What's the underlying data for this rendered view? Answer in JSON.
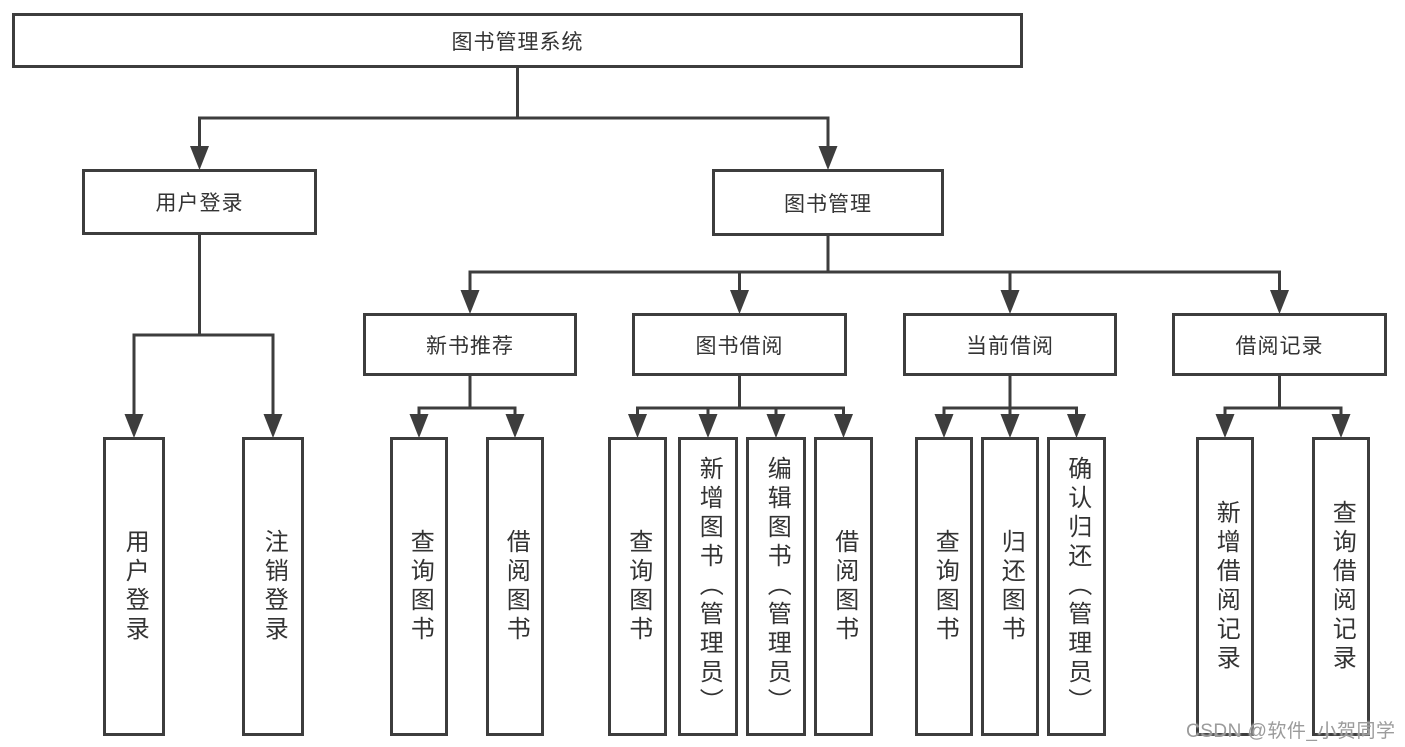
{
  "title": "图书管理系统",
  "watermark": "CSDN @软件_小贺同学",
  "colors": {
    "line": "#3d3d3d",
    "box_border": "#3d3d3d",
    "box_fill": "#ffffff",
    "text": "#333333",
    "watermark": "#9b9b9b",
    "background": "#ffffff"
  },
  "nodes": [
    {
      "id": "root",
      "label": "图书管理系统"
    },
    {
      "id": "user-login",
      "label": "用户登录"
    },
    {
      "id": "book-mgmt",
      "label": "图书管理"
    },
    {
      "id": "new-book-rec",
      "label": "新书推荐"
    },
    {
      "id": "book-borrow",
      "label": "图书借阅"
    },
    {
      "id": "current-borrow",
      "label": "当前借阅"
    },
    {
      "id": "borrow-records",
      "label": "借阅记录"
    },
    {
      "id": "v-user-login",
      "label": "用户登录"
    },
    {
      "id": "v-logout",
      "label": "注销登录"
    },
    {
      "id": "v-query-books-1",
      "label": "查询图书"
    },
    {
      "id": "v-borrow-books-1",
      "label": "借阅图书"
    },
    {
      "id": "v-query-books-2",
      "label": "查询图书"
    },
    {
      "id": "v-add-book",
      "label": "新增图书（管理员）"
    },
    {
      "id": "v-edit-book",
      "label": "编辑图书（管理员）"
    },
    {
      "id": "v-borrow-books-2",
      "label": "借阅图书"
    },
    {
      "id": "v-query-books-3",
      "label": "查询图书"
    },
    {
      "id": "v-return-book",
      "label": "归还图书"
    },
    {
      "id": "v-confirm-return",
      "label": "确认归还（管理员）"
    },
    {
      "id": "v-add-record",
      "label": "新增借阅记录"
    },
    {
      "id": "v-query-record",
      "label": "查询借阅记录"
    }
  ],
  "edges": [
    [
      "root",
      "user-login"
    ],
    [
      "root",
      "book-mgmt"
    ],
    [
      "user-login",
      "v-user-login"
    ],
    [
      "user-login",
      "v-logout"
    ],
    [
      "book-mgmt",
      "new-book-rec"
    ],
    [
      "book-mgmt",
      "book-borrow"
    ],
    [
      "book-mgmt",
      "current-borrow"
    ],
    [
      "book-mgmt",
      "borrow-records"
    ],
    [
      "new-book-rec",
      "v-query-books-1"
    ],
    [
      "new-book-rec",
      "v-borrow-books-1"
    ],
    [
      "book-borrow",
      "v-query-books-2"
    ],
    [
      "book-borrow",
      "v-add-book"
    ],
    [
      "book-borrow",
      "v-edit-book"
    ],
    [
      "book-borrow",
      "v-borrow-books-2"
    ],
    [
      "current-borrow",
      "v-query-books-3"
    ],
    [
      "current-borrow",
      "v-return-book"
    ],
    [
      "current-borrow",
      "v-confirm-return"
    ],
    [
      "borrow-records",
      "v-add-record"
    ],
    [
      "borrow-records",
      "v-query-record"
    ]
  ]
}
